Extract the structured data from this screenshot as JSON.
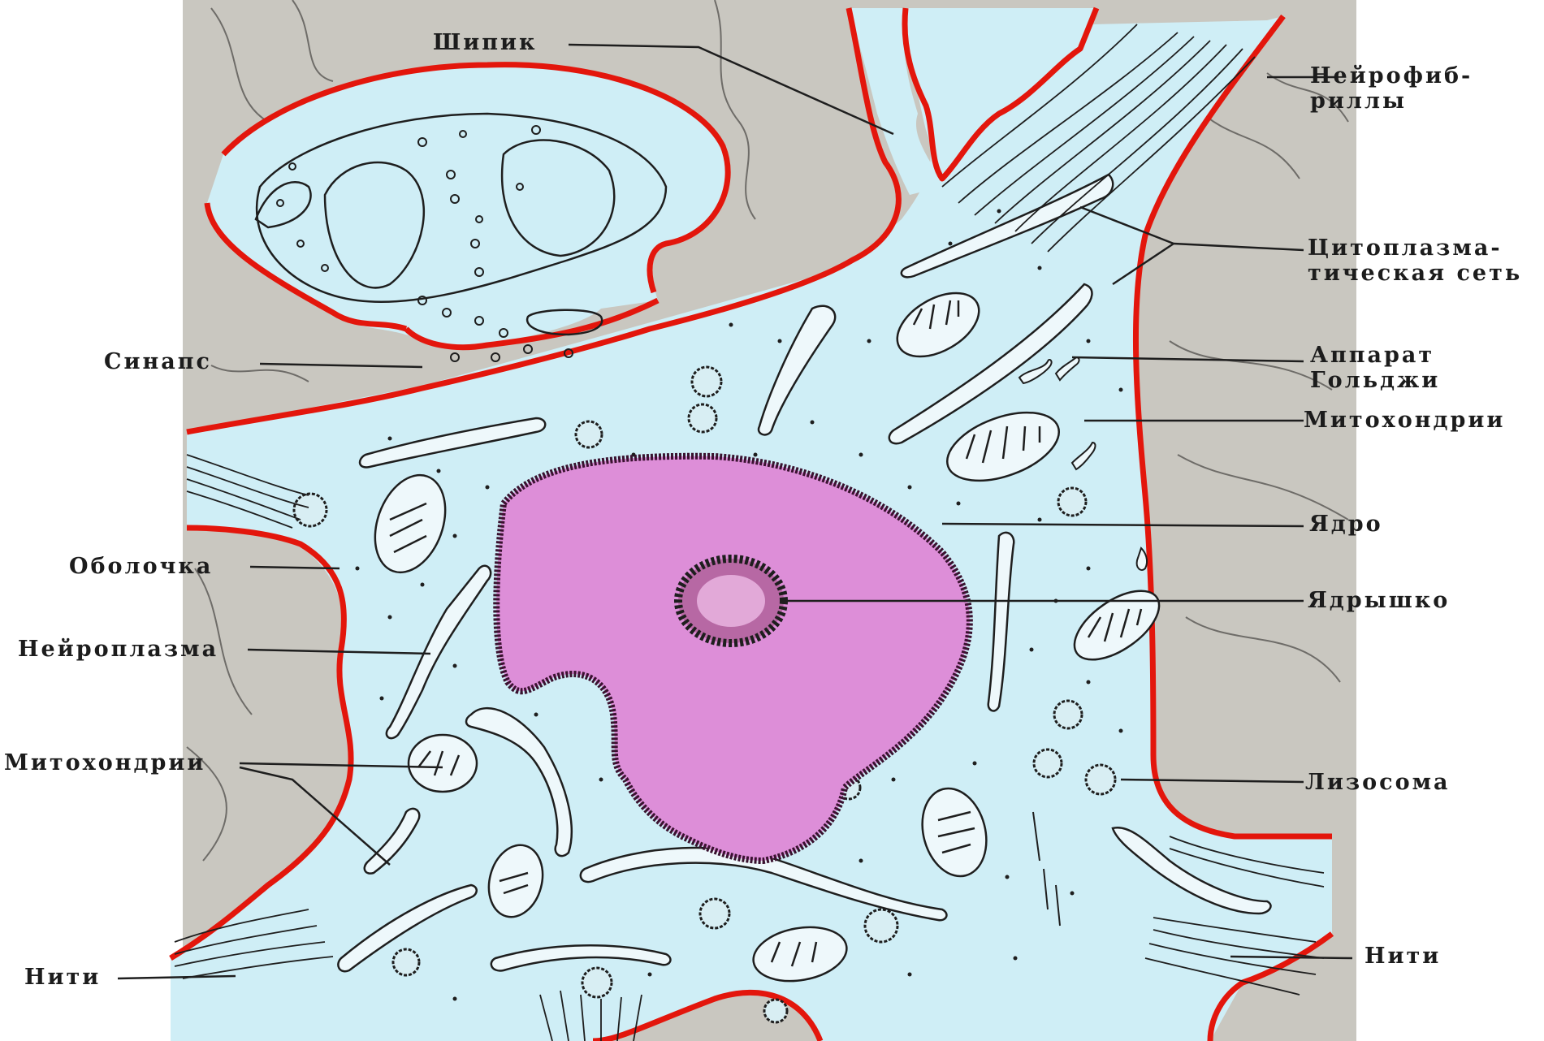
{
  "labels": {
    "shipik": "Шипик",
    "neurofibrils_1": "Нейрофиб-",
    "neurofibrils_2": "риллы",
    "cytoplasmic_network_1": "Цитоплазма-",
    "cytoplasmic_network_2": "тическая сеть",
    "synapse": "Синапс",
    "golgi_1": "Аппарат",
    "golgi_2": "Гольджи",
    "mitochondria_right": "Митохондрии",
    "nucleus": "Ядро",
    "sheath": "Оболочка",
    "nucleolus": "Ядрышко",
    "neuroplasm": "Нейроплазма",
    "mitochondria_left": "Митохондрии",
    "lysosome": "Лизосома",
    "filaments_left": "Нити",
    "filaments_right": "Нити"
  },
  "colors": {
    "background_tissue": "#c9c7c0",
    "cytoplasm": "#cfeef6",
    "membrane": "#e3160c",
    "nucleus": "#dd8ed8",
    "nucleus_edge": "#3a1230",
    "outline": "#1e1e1e"
  }
}
